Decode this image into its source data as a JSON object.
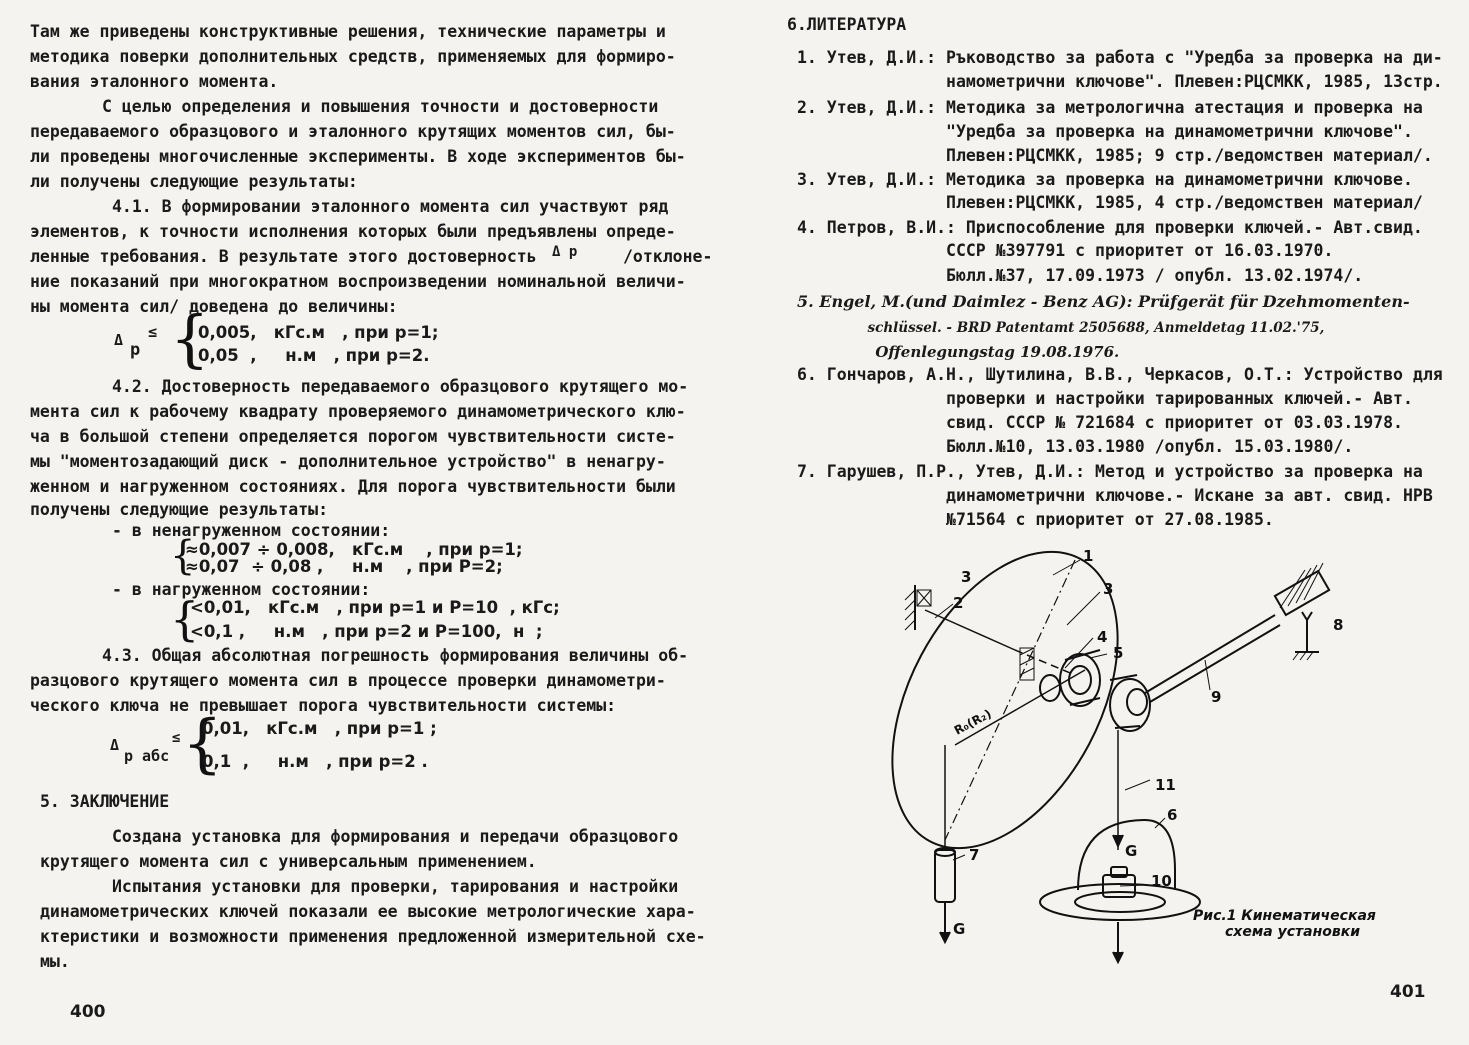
{
  "left_page": {
    "lines": [
      "Там же приведены конструктивные решения, технические параметры и",
      "методика поверки дополнительных средств, применяемых для формиро-",
      "вания эталонного момента.",
      "С целью определения и повышения точности и достоверности",
      "передаваемого образцового и эталонного крутящих моментов сил, бы-",
      "ли проведены многочисленные эксперименты. В ходе экспериментов бы-",
      "ли получены следующие результаты:",
      "4.1. В формировании эталонного момента сил участвуют ряд",
      "элементов, к точности исполнения которых были предъявлены опреде-",
      "ленные требования. В результате этого достоверность",
      "/отклоне-",
      "ние показаний при многократном воспроизведении номинальной величи-",
      "ны момента сил/ доведена до величины:"
    ],
    "delta_p_symbol": "Δ p",
    "formula1": {
      "lhs": "Δ",
      "sub": "p",
      "rel": "≤",
      "row1": "0,005,   кГс.м   , при р=1;",
      "row2": "0,05  ,     н.м   , при р=2."
    },
    "lines2": [
      "4.2. Достоверность передаваемого образцового крутящего мо-",
      "мента сил к рабочему квадрату проверяемого динамометрического клю-",
      "ча в большой степени определяется порогом чувствительности систе-",
      "мы \"моментозадающий диск - дополнительное устройство\" в ненагру-",
      "женном и нагруженном состояниях. Для порога чувствительности были",
      "получены следующие результаты:",
      "- в ненагруженном состоянии:",
      "≈0,007 ÷ 0,008,   кГс.м    , при р=1;",
      "≈0,07  ÷ 0,08 ,     н.м    , при Р=2;",
      "- в нагруженном состоянии:",
      "<0,01,   кГс.м   , при р=1 и Р=10  , кГс;",
      "<0,1 ,     н.м   , при р=2 и Р=100,  н  ;",
      "4.3. Общая абсолютная погрешность формирования величины об-",
      "разцового крутящего момента сил в процессе проверки динамометри-",
      "ческого ключа не превышает порога чувствительности системы:"
    ],
    "formula2": {
      "lhs": "Δ",
      "sub": "р абс",
      "rel": "≤",
      "row1": "0,01,   кГс.м   , при р=1 ;",
      "row2": "0,1  ,     н.м   , при р=2 ."
    },
    "section_heading": "5. ЗАКЛЮЧЕНИЕ",
    "lines3": [
      "Создана установка для формирования и передачи образцового",
      "крутящего момента сил с универсальным применением.",
      "Испытания установки для проверки, тарирования и настройки",
      "динамометрических ключей показали ее высокие метрологические хара-",
      "ктеристики и возможности применения предложенной измерительной схе-",
      "мы."
    ],
    "page_number": "400"
  },
  "right_page": {
    "heading": "6.ЛИТЕРАТУРА",
    "refs": [
      "1. Утев, Д.И.: Ръководство за работа с \"Уредба за проверка на ди-",
      "               намометрични ключове\". Плевен:РЦСМКК, 1985, 13стр.",
      "2. Утев, Д.И.: Методика за метрологична атестация и проверка на",
      "               \"Уредба за проверка на динамометрични ключове\".",
      "               Плевен:РЦСМКК, 1985; 9 стр./ведомствен материал/.",
      "3. Утев, Д.И.: Методика за проверка на динамометрични ключове.",
      "               Плевен:РЦСМКК, 1985, 4 стр./ведомствен материал/",
      "4. Петров, В.И.: Приспособление для проверки ключей.- Авт.свид.",
      "               СССР №397791 с приоритет от 16.03.1970.",
      "               Бюлл.№37, 17.09.1973 / опубл. 13.02.1974/.",
      "5. Engel, M.(und Daimlez - Benz AG): Prüfgerät für Dzehmomenten-",
      "               schlüssel. - BRD Patentamt 2505688, Anmeldetag 11.02.'75,",
      "               Offenlegungstag 19.08.1976.",
      "6. Гончаров, А.Н., Шутилина, В.В., Черкасов, О.Т.: Устройство для",
      "               проверки и настройки тарированных ключей.- Авт.",
      "               свид. СССР № 721684 с приоритет от 03.03.1978.",
      "               Бюлл.№10, 13.03.1980 /опубл. 15.03.1980/.",
      "7. Гарушев, П.Р., Утев, Д.И.: Метод и устройство за проверка на",
      "               динамометрични ключове.- Искане за авт. свид. НРВ",
      "               №71564 с приоритет от 27.08.1985."
    ],
    "figure": {
      "caption_line1": "Рис.1 Кинематическая",
      "caption_line2": "схема установки",
      "labels": [
        "1",
        "2",
        "3",
        "3",
        "4",
        "5",
        "6",
        "7",
        "8",
        "9",
        "10",
        "11",
        "G",
        "G",
        "R₀(R₂)"
      ]
    },
    "page_number": "401"
  }
}
